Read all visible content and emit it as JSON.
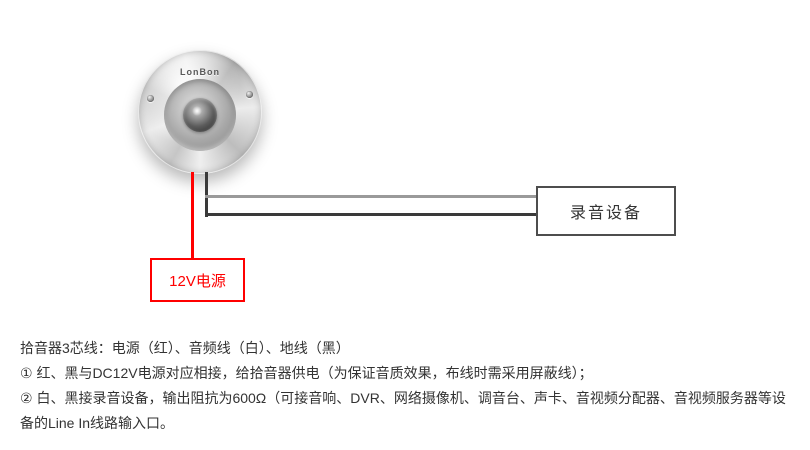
{
  "device": {
    "brand": "LonBon"
  },
  "power_box": {
    "label": "12V电源",
    "color": "#ff0000"
  },
  "recorder_box": {
    "label": "录音设备",
    "border_color": "#4d4d4d"
  },
  "wires": {
    "power_wire_color": "#ff0000",
    "audio_wire_color": "#9a9a9a",
    "ground_wire_color": "#3a3a3a"
  },
  "notes": {
    "line1": "拾音器3芯线：电源（红）、音频线（白）、地线（黑）",
    "line2": "① 红、黑与DC12V电源对应相接，给拾音器供电（为保证音质效果，布线时需采用屏蔽线）；",
    "line3": "② 白、黑接录音设备，输出阻抗为600Ω（可接音响、DVR、网络摄像机、调音台、声卡、音视频分配器、音视频服务器等设备的Line In线路输入口。"
  }
}
